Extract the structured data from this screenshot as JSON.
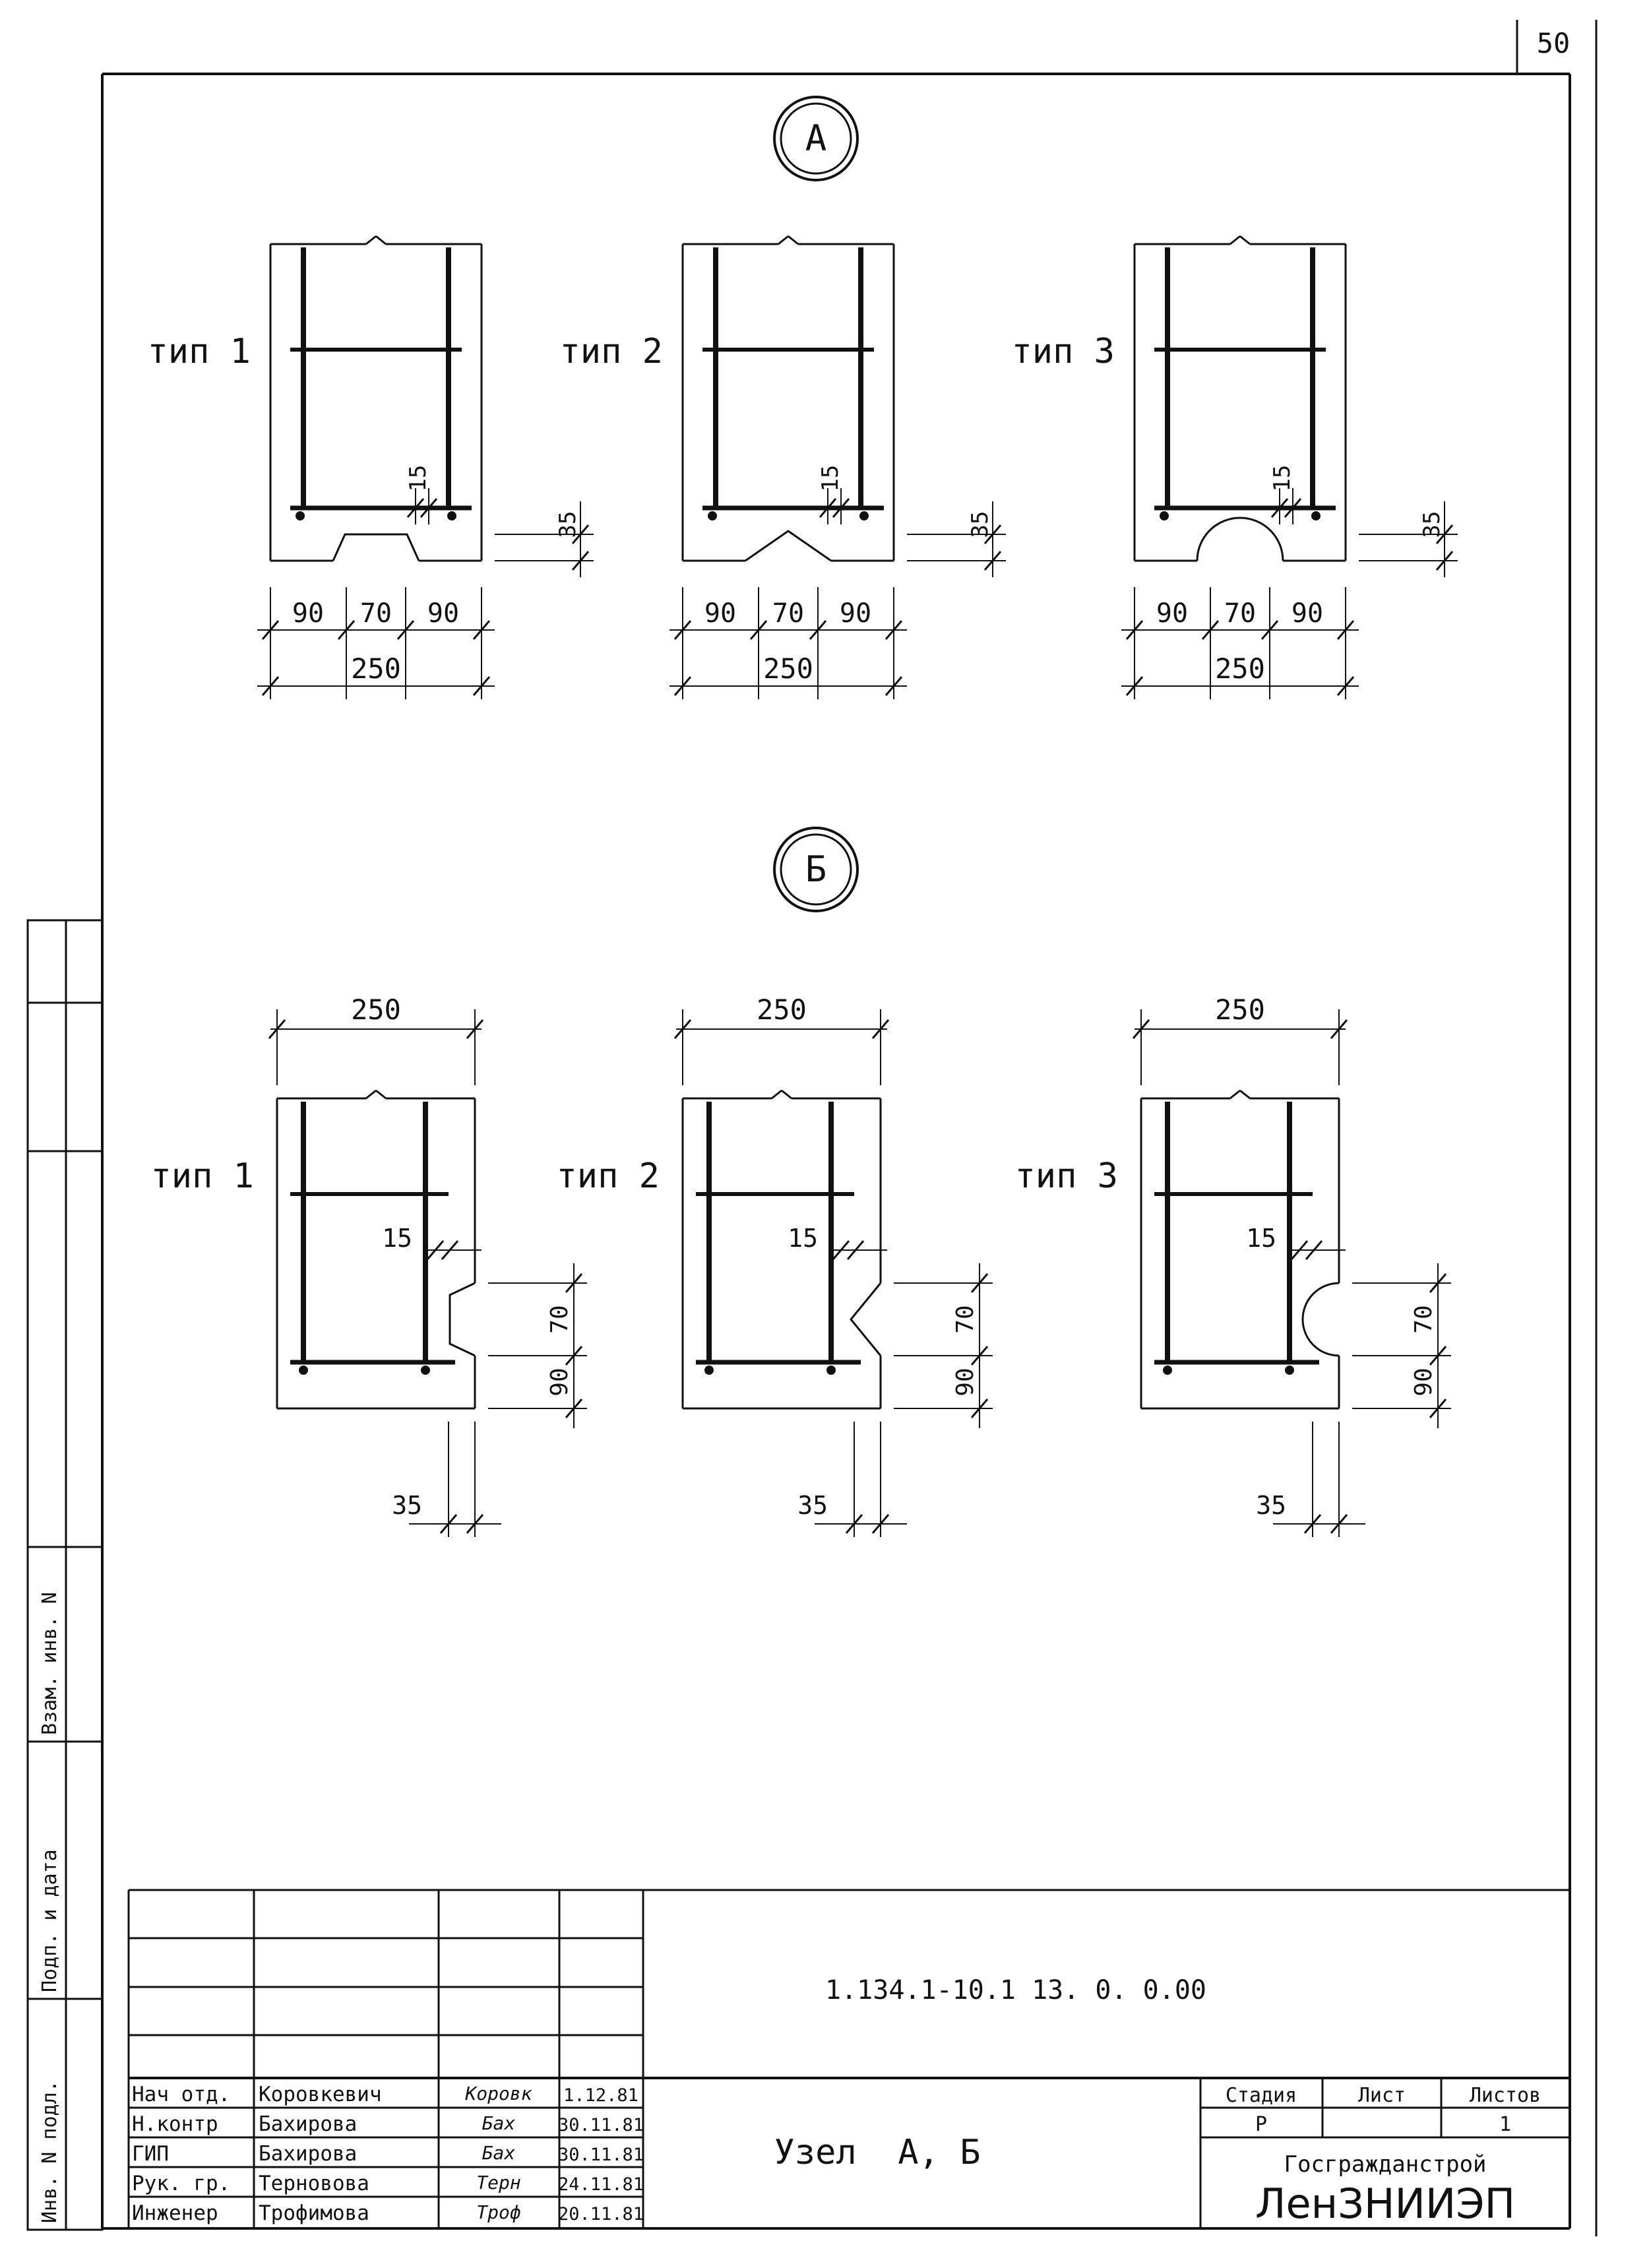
{
  "sheet_number": "50",
  "sections": [
    {
      "id": "А",
      "title": "А",
      "overall_width": "250",
      "parts": [
        "90",
        "70",
        "90"
      ],
      "groove_depth": "35",
      "rebar_offset": "15",
      "types": [
        {
          "label": "тип 1",
          "groove": "trapezoid"
        },
        {
          "label": "тип 2",
          "groove": "triangle"
        },
        {
          "label": "тип 3",
          "groove": "semicircle"
        }
      ]
    },
    {
      "id": "Б",
      "title": "Б",
      "overall_width": "250",
      "groove_height": "70",
      "bottom_offset": "90",
      "groove_depth": "35",
      "rebar_offset": "15",
      "types": [
        {
          "label": "тип 1",
          "groove": "trapezoid"
        },
        {
          "label": "тип 2",
          "groove": "triangle"
        },
        {
          "label": "тип 3",
          "groove": "semicircle"
        }
      ]
    }
  ],
  "side_stamp": {
    "labels": [
      "Инв. N подл.",
      "Подп. и дата",
      "Взам. инв. N"
    ]
  },
  "title_block": {
    "document_code": "1.134.1-10.1 13. 0. 0.00",
    "drawing_title": "Узел  А, Б",
    "signers": [
      {
        "role": "Нач отд.",
        "name": "Коровкевич",
        "signature": "Коровк",
        "date": "1.12.81"
      },
      {
        "role": "Н.контр",
        "name": "Бахирова",
        "signature": "Бах",
        "date": "30.11.81"
      },
      {
        "role": "ГИП",
        "name": "Бахирова",
        "signature": "Бах",
        "date": "30.11.81"
      },
      {
        "role": "Рук. гр.",
        "name": "Терновова",
        "signature": "Терн",
        "date": "24.11.81"
      },
      {
        "role": "Инженер",
        "name": "Трофимова",
        "signature": "Троф",
        "date": "20.11.81"
      }
    ],
    "stage_header": "Стадия",
    "sheet_header": "Лист",
    "sheets_header": "Листов",
    "stage_value": "Р",
    "sheet_value": "",
    "sheets_value": "1",
    "organization": "Госгражданстрой",
    "institute": "ЛенЗНИИЭП"
  }
}
